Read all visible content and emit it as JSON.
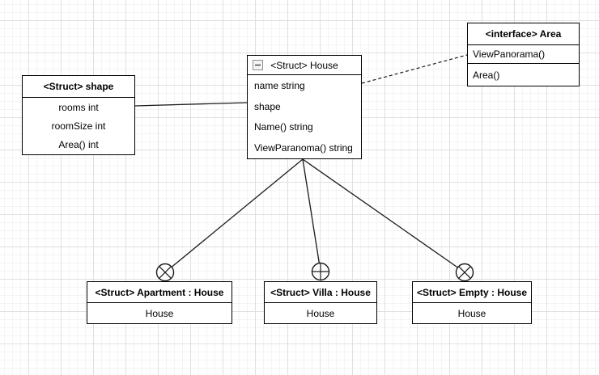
{
  "diagram": {
    "nodes": {
      "shape": {
        "title": "<Struct> shape",
        "fields": [
          "rooms int",
          "roomSize int",
          "Area() int"
        ]
      },
      "house": {
        "title": "<Struct> House",
        "collapse_icon": "minus-square-icon",
        "fields": [
          "name string",
          "shape",
          "Name() string",
          "ViewParanoma() string"
        ]
      },
      "area": {
        "title": "<interface> Area",
        "fields": [
          "ViewPanorama()",
          "Area()"
        ]
      },
      "apartment": {
        "title": "<Struct> Apartment : House",
        "fields": [
          "House"
        ]
      },
      "villa": {
        "title": "<Struct> Villa : House",
        "fields": [
          "House"
        ]
      },
      "empty": {
        "title": "<Struct> Empty : House",
        "fields": [
          "House"
        ]
      }
    },
    "edges": [
      {
        "name": "shape-house-link",
        "from": "shape",
        "to": "house",
        "style": "solid"
      },
      {
        "name": "house-area-link",
        "from": "house",
        "to": "area",
        "style": "dashed"
      },
      {
        "name": "house-apartment-link",
        "from": "house",
        "to": "apartment",
        "style": "solid",
        "end_symbol": "circle-cross"
      },
      {
        "name": "house-villa-link",
        "from": "house",
        "to": "villa",
        "style": "solid",
        "end_symbol": "circle-plus"
      },
      {
        "name": "house-empty-link",
        "from": "house",
        "to": "empty",
        "style": "solid",
        "end_symbol": "circle-cross"
      }
    ],
    "colors": {
      "node_border": "#000000",
      "node_fill": "#ffffff",
      "connector": "#1a1a1a",
      "grid_major": "#e0e0e0",
      "grid_minor": "#f4f4f4",
      "collapse_icon_fill": "#f3f3f3"
    }
  }
}
